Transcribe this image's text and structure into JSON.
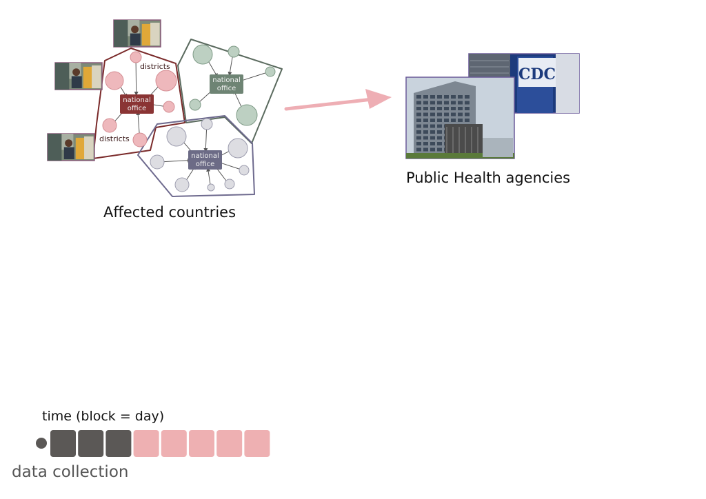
{
  "captions": {
    "affected_countries": "Affected countries",
    "public_health": "Public Health agencies"
  },
  "diagram": {
    "office_label_line1": "national",
    "office_label_line2": "office",
    "districts_label": "districts",
    "countries": [
      {
        "name": "red",
        "border": "#7a2a2a",
        "node": "#eeb8bc",
        "node_stroke": "#d48c92",
        "office": "#8a3434"
      },
      {
        "name": "green",
        "border": "#5a6a5e",
        "node": "#bdd0c2",
        "node_stroke": "#7e9a86",
        "office": "#6e8474"
      },
      {
        "name": "purple",
        "border": "#6e6a8e",
        "node": "#dddde2",
        "node_stroke": "#9c9cae",
        "office": "#6c6b86"
      }
    ],
    "arrow_color": "#eeaeb4",
    "photos": {
      "field_worker": "field-worker-photo",
      "who_building": "who-building-photo",
      "cdc_building": "cdc-building-photo",
      "cdc_sign_text": "CDC"
    }
  },
  "timeline": {
    "title": "time (block = day)",
    "collection_label": "data collection",
    "blocks": [
      "past",
      "past",
      "past",
      "future",
      "future",
      "future",
      "future",
      "future"
    ],
    "colors": {
      "past": "#5b5856",
      "future": "#eeb0b2",
      "dot": "#5b5856"
    }
  }
}
